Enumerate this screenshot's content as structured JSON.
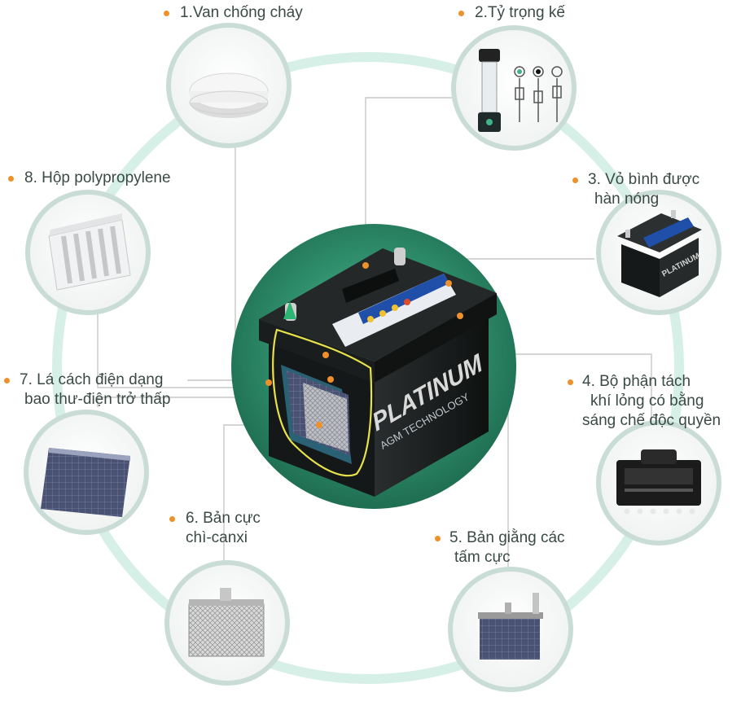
{
  "colors": {
    "ring": "#d6efe7",
    "thumb_border": "#c9ddd6",
    "center_disc": "#2f8f6c",
    "battery_case": "#1c1f1f",
    "accent_orange": "#f0902a",
    "label_text": "#3a4a44",
    "connector_line": "#c7c7c7"
  },
  "battery": {
    "brand_text": "PLATINUM",
    "sub_text": "AGM TECHNOLOGY"
  },
  "components": [
    {
      "id": "van-chong-chay",
      "lines": [
        "1.Van chống cháy"
      ],
      "icon": "white-round-valve-icon"
    },
    {
      "id": "ty-trong-ke",
      "lines": [
        "2.Tỷ trọng kế"
      ],
      "icon": "hydrometer-icon"
    },
    {
      "id": "vo-binh",
      "lines": [
        "3. Vỏ bình được",
        "hàn nóng"
      ],
      "icon": "battery-case-icon"
    },
    {
      "id": "bo-phan-tach",
      "lines": [
        "4. Bộ phận tách",
        "khí lỏng có bằng",
        "sáng chế độc quyền"
      ],
      "icon": "gas-separator-icon"
    },
    {
      "id": "ban-giang",
      "lines": [
        "5. Bản giằng các",
        "tấm cực"
      ],
      "icon": "plate-strap-icon"
    },
    {
      "id": "ban-cuc",
      "lines": [
        "6. Bản cực",
        "chì-canxi"
      ],
      "icon": "lead-calcium-grid-icon"
    },
    {
      "id": "la-cach-dien",
      "lines": [
        "7. Lá cách điện dạng",
        "bao thư-điện trở thấp"
      ],
      "icon": "envelope-separator-icon"
    },
    {
      "id": "hop-polypropylene",
      "lines": [
        "8. Hộp polypropylene"
      ],
      "icon": "polypropylene-box-icon"
    }
  ]
}
